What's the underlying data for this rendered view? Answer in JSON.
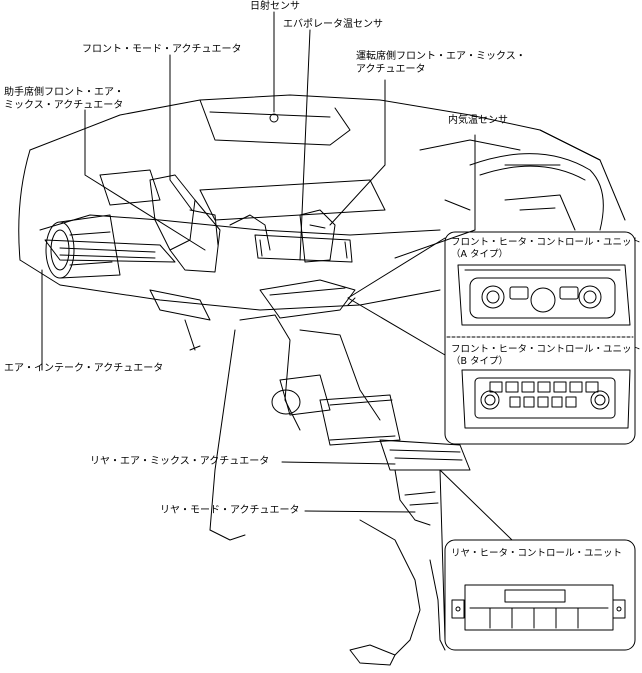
{
  "labels": {
    "sunlight_sensor": "日射センサ",
    "evaporator_temp_sensor": "エバポレータ温センサ",
    "front_mode_actuator": "フロント・モード・アクチュエータ",
    "driver_front_air_mix_actuator": "運転席側フロント・エア・ミックス・\nアクチュエータ",
    "passenger_front_air_mix_actuator": "助手席側フロント・エア・\nミックス・アクチュエータ",
    "room_temp_sensor": "内気温センサ",
    "air_intake_actuator": "エア・インテーク・アクチュエータ",
    "rear_air_mix_actuator": "リヤ・エア・ミックス・アクチュエータ",
    "rear_mode_actuator": "リヤ・モード・アクチュエータ"
  },
  "insets": {
    "front_heater_control_a": "フロント・ヒータ・コントロール・ユニット\n（A タイプ）",
    "front_heater_control_b": "フロント・ヒータ・コントロール・ユニット\n（B タイプ）",
    "rear_heater_control": "リヤ・ヒータ・コントロール・ユニット"
  }
}
